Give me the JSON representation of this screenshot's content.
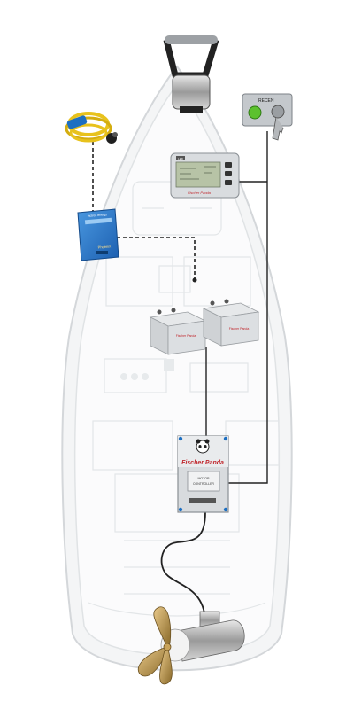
{
  "components": {
    "switch_panel_label": "RECEN",
    "panel_display_brand": "Fischer Panda",
    "panel_display_logo": "LED",
    "charger_brand": "victron energy",
    "charger_model": "Phoenix",
    "battery_brand": "Fischer Panda",
    "controller_brand": "Fischer Panda",
    "controller_label_line1": "MOTOR",
    "controller_label_line2": "CONTROLLER"
  },
  "icons": [
    "shore-power-cable-icon",
    "battery-charger-icon",
    "key-switch-icon",
    "panda-logo-icon",
    "propeller-icon"
  ]
}
